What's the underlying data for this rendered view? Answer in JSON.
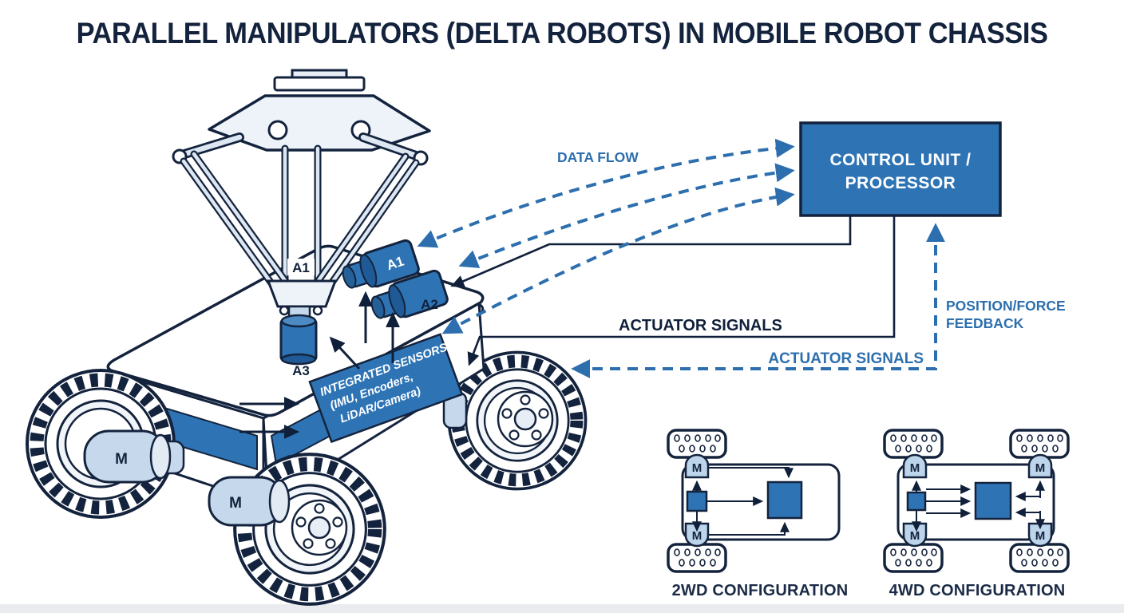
{
  "title": "PARALLEL MANIPULATORS (DELTA ROBOTS) IN MOBILE ROBOT CHASSIS",
  "control_unit": {
    "line1": "CONTROL UNIT /",
    "line2": "PROCESSOR"
  },
  "flow_labels": {
    "data_flow": "DATA FLOW",
    "actuator_signals": "ACTUATOR SIGNALS",
    "actuator_signals_return": "ACTUATOR SIGNALS",
    "feedback_line1": "POSITION/FORCE",
    "feedback_line2": "FEEDBACK"
  },
  "chassis_robot": {
    "joint_label": "A1",
    "actuator1": "A1",
    "actuator2": "A2",
    "actuator3": "A3",
    "sensor_panel": [
      "INTEGRATED SENSORS",
      "(IMU, Encoders,",
      "LiDAR/Camera)"
    ],
    "motor_front": "M",
    "motor_rear": "M"
  },
  "configurations": {
    "twd": {
      "caption": "2WD CONFIGURATION",
      "motors": [
        "M",
        "M"
      ]
    },
    "fwd": {
      "caption": "4WD CONFIGURATION",
      "motors": [
        "M",
        "M",
        "M",
        "M"
      ]
    }
  },
  "colors": {
    "primary_blue": "#2E74B5",
    "dark_navy": "#14233D",
    "line_blue": "#2D6FAE",
    "light_blue": "#C6D9EC"
  }
}
